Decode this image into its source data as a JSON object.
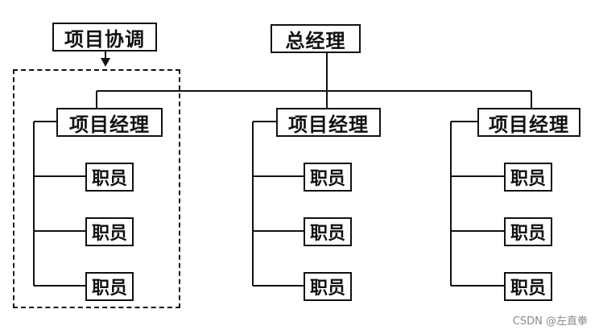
{
  "diagram": {
    "coordination_box": {
      "label": "项目协调"
    },
    "general_manager": {
      "label": "总经理"
    },
    "project_managers": [
      {
        "label": "项目经理",
        "staff": [
          "职员",
          "职员",
          "职员"
        ]
      },
      {
        "label": "项目经理",
        "staff": [
          "职员",
          "职员",
          "职员"
        ]
      },
      {
        "label": "项目经理",
        "staff": [
          "职员",
          "职员",
          "职员"
        ]
      }
    ]
  },
  "watermark": {
    "text": "CSDN @左直拳"
  },
  "colors": {
    "line": "#111111",
    "background": "#ffffff",
    "watermark": "#8a8a8a"
  }
}
